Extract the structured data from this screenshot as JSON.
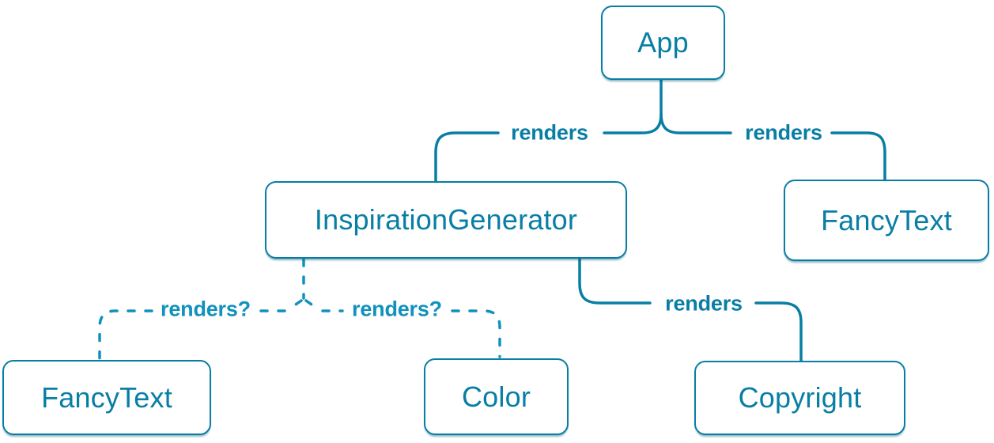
{
  "diagram": {
    "type": "component-tree",
    "colors": {
      "solid_edge_and_boxes": "#087ea4",
      "dashed_edge": "#1191bd",
      "box_background": "#ffffff",
      "page_background": "#ffffff"
    },
    "nodes": [
      {
        "id": "app",
        "label": "App"
      },
      {
        "id": "inspiration-generator",
        "label": "InspirationGenerator"
      },
      {
        "id": "fancy-text-top",
        "label": "FancyText"
      },
      {
        "id": "fancy-text-bottom",
        "label": "FancyText"
      },
      {
        "id": "color",
        "label": "Color"
      },
      {
        "id": "copyright",
        "label": "Copyright"
      }
    ],
    "edges": [
      {
        "from": "App",
        "to": "InspirationGenerator",
        "label": "renders",
        "style": "solid"
      },
      {
        "from": "App",
        "to": "FancyText",
        "label": "renders",
        "style": "solid"
      },
      {
        "from": "InspirationGenerator",
        "to": "FancyText",
        "label": "renders?",
        "style": "dashed"
      },
      {
        "from": "InspirationGenerator",
        "to": "Color",
        "label": "renders?",
        "style": "dashed"
      },
      {
        "from": "InspirationGenerator",
        "to": "Copyright",
        "label": "renders",
        "style": "solid"
      }
    ]
  }
}
